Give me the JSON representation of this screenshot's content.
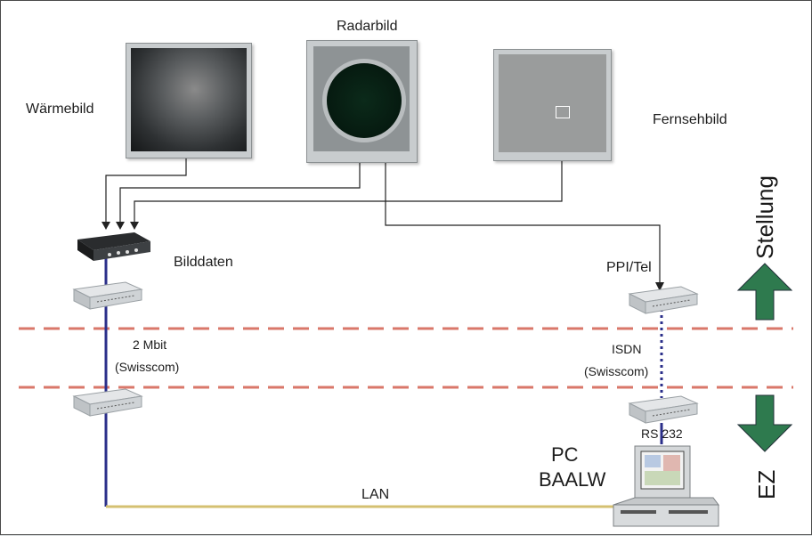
{
  "labels": {
    "waermebild": "Wärmebild",
    "radarbild": "Radarbild",
    "fernsehbild": "Fernsehbild",
    "bilddaten": "Bilddaten",
    "ppi_tel": "PPI/Tel",
    "mbit": "2 Mbit",
    "swisscom_left": "(Swisscom)",
    "isdn": "ISDN",
    "swisscom_right": "(Swisscom)",
    "rs232": "RS 232",
    "pc": "PC",
    "baalw": "BAALW",
    "lan": "LAN",
    "stellung": "Stellung",
    "ez": "EZ"
  },
  "colors": {
    "dashed_line": "#d9776a",
    "arrow_green": "#2e7a4e",
    "cable": "#2b2f8a",
    "lan": "#d4c071"
  }
}
